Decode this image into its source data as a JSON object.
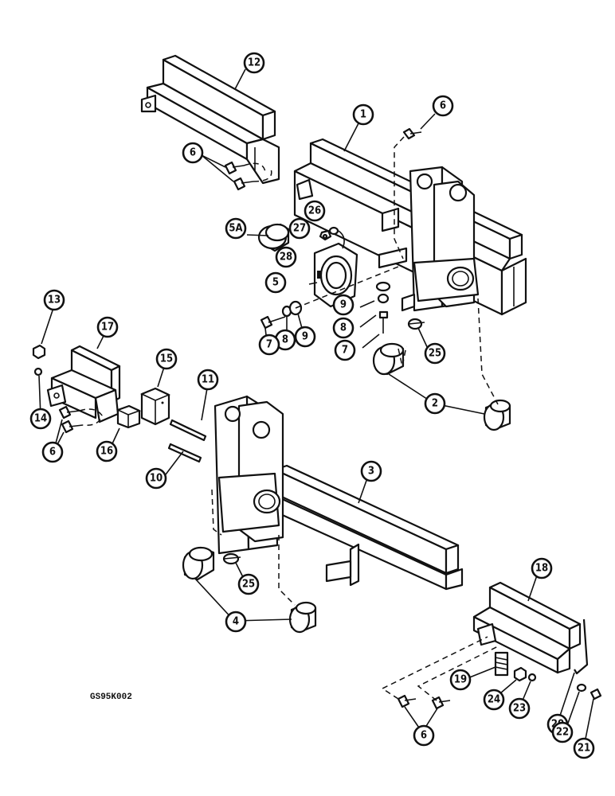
{
  "drawing_code": "GS95K002",
  "callouts": [
    {
      "id": "c12",
      "label": "12"
    },
    {
      "id": "c1",
      "label": "1"
    },
    {
      "id": "c6a",
      "label": "6"
    },
    {
      "id": "c6b",
      "label": "6"
    },
    {
      "id": "c5A",
      "label": "5A"
    },
    {
      "id": "c26",
      "label": "26"
    },
    {
      "id": "c27",
      "label": "27"
    },
    {
      "id": "c28",
      "label": "28"
    },
    {
      "id": "c5",
      "label": "5"
    },
    {
      "id": "c9a",
      "label": "9"
    },
    {
      "id": "c8a",
      "label": "8"
    },
    {
      "id": "c7a",
      "label": "7"
    },
    {
      "id": "c8b",
      "label": "8"
    },
    {
      "id": "c9b",
      "label": "9"
    },
    {
      "id": "c7b",
      "label": "7"
    },
    {
      "id": "c25a",
      "label": "25"
    },
    {
      "id": "c13",
      "label": "13"
    },
    {
      "id": "c17",
      "label": "17"
    },
    {
      "id": "c15",
      "label": "15"
    },
    {
      "id": "c11",
      "label": "11"
    },
    {
      "id": "c14",
      "label": "14"
    },
    {
      "id": "c6c",
      "label": "6"
    },
    {
      "id": "c16",
      "label": "16"
    },
    {
      "id": "c2",
      "label": "2"
    },
    {
      "id": "c10",
      "label": "10"
    },
    {
      "id": "c3",
      "label": "3"
    },
    {
      "id": "c25b",
      "label": "25"
    },
    {
      "id": "c4",
      "label": "4"
    },
    {
      "id": "c18",
      "label": "18"
    },
    {
      "id": "c19",
      "label": "19"
    },
    {
      "id": "c24",
      "label": "24"
    },
    {
      "id": "c23",
      "label": "23"
    },
    {
      "id": "c20",
      "label": "20"
    },
    {
      "id": "c22",
      "label": "22"
    },
    {
      "id": "c21",
      "label": "21"
    },
    {
      "id": "c6d",
      "label": "6"
    }
  ]
}
